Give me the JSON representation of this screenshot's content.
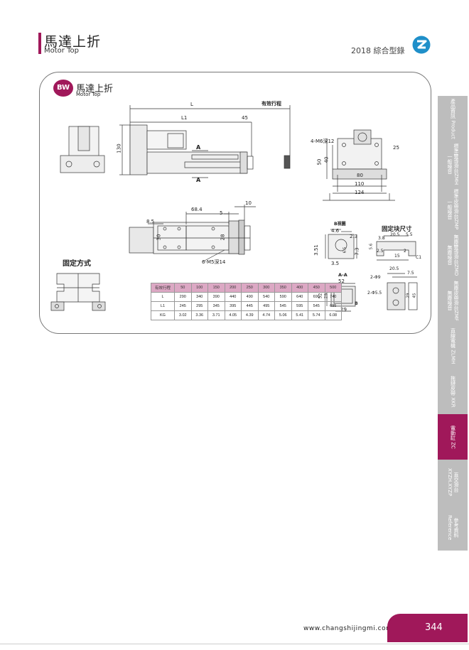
{
  "header": {
    "title_zh": "馬達上折",
    "title_en": "Motor Top",
    "catalog": "2018 綜合型錄",
    "logo": "z-logo-icon",
    "accent_color": "#a0185a"
  },
  "panel": {
    "badge": "BW",
    "title_zh": "馬達上折",
    "title_en": "Motor Top",
    "side_view": {
      "dim_L": "L",
      "dim_L1": "L1",
      "dim_45": "45",
      "dim_stroke": "有效行程",
      "dim_130": "130",
      "mark_A_top": "A",
      "mark_A_bottom": "A"
    },
    "end_view": {
      "hole_label": "4-M6深12",
      "dim_25": "25",
      "dim_50": "50",
      "dim_40": "40",
      "dim_80": "80",
      "dim_110": "110",
      "dim_124": "124"
    },
    "top_view": {
      "dim_68_4": "68.4",
      "dim_5": "5",
      "dim_10": "10",
      "dim_8_5": "8.5",
      "dim_30": "30",
      "dim_28": "28",
      "hole_label": "6-M5深14"
    },
    "b_view": {
      "title": "B視圖",
      "dim_4_6": "4.6",
      "dim_2_3": "2.3",
      "dim_3_51": "3.51",
      "dim_7_3": "7.3",
      "dim_6_5": "6.5",
      "dim_3_5": "3.5"
    },
    "block": {
      "title": "固定块尺寸",
      "dim_3_8": "3.8",
      "dim_20_5": "20.5",
      "dim_5_5": "5.5",
      "dim_5_6": "5.6",
      "dim_2_5": "2.5",
      "dim_15": "15",
      "dim_2_2": "2",
      "dim_C1": "C1",
      "dim_20_5b": "20.5",
      "dim_7_5": "7.5",
      "dim_2_phi9": "2-Φ9",
      "dim_2_phi5_5": "2-Φ5.5",
      "dim_29": "29",
      "dim_45": "45"
    },
    "section_aa": {
      "title": "A-A",
      "dim_52": "52",
      "dim_52_side": "52",
      "dim_29_side": "29",
      "dim_29": "29",
      "mark_B": "B"
    },
    "fix_method": "固定方式"
  },
  "spec_table": {
    "header_label": "有效行程",
    "strokes": [
      "50",
      "100",
      "150",
      "200",
      "250",
      "300",
      "350",
      "400",
      "450",
      "500"
    ],
    "rows": [
      {
        "label": "L",
        "values": [
          "290",
          "340",
          "390",
          "440",
          "490",
          "540",
          "590",
          "640",
          "690",
          "740"
        ]
      },
      {
        "label": "L1",
        "values": [
          "245",
          "295",
          "345",
          "395",
          "445",
          "495",
          "545",
          "595",
          "545",
          "695"
        ]
      },
      {
        "label": "KG",
        "values": [
          "3.02",
          "3.36",
          "3.71",
          "4.05",
          "4.39",
          "4.74",
          "5.06",
          "5.41",
          "5.74",
          "6.08"
        ]
      }
    ]
  },
  "sidebar": {
    "tabs": [
      {
        "label": "產品資訊 Product",
        "active": false
      },
      {
        "label": "標準雙導滑台ZMH 一般噪音",
        "active": false
      },
      {
        "label": "標準皮帶滑台ZMP 一般噪音",
        "active": false
      },
      {
        "label": "無塵雙導滑台ZMD 無塵噪音",
        "active": false
      },
      {
        "label": "無塵皮帶滑台ZMF 無塵噪音",
        "active": false
      },
      {
        "label": "直線電機 ZLMH",
        "active": false
      },
      {
        "label": "拖鏈皮帶 XKR",
        "active": false
      },
      {
        "label": "電動缸 ZC",
        "active": true
      },
      {
        "label": "直交滑台 XYZH.XYZP",
        "active": false
      },
      {
        "label": "參考資料 Reference",
        "active": false
      }
    ]
  },
  "footer": {
    "url": "www.changshijingmi.com",
    "page": "344"
  }
}
